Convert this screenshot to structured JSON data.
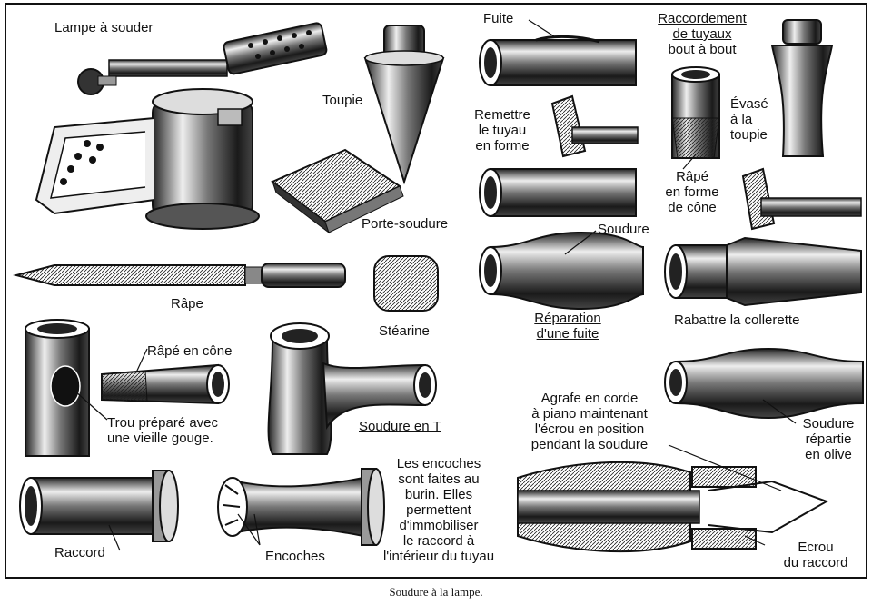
{
  "labels": {
    "lampe": "Lampe à souder",
    "toupie": "Toupie",
    "porte_soudure": "Porte-soudure",
    "rape": "Râpe",
    "stearine": "Stéarine",
    "rape_cone": "Râpé en cône",
    "trou": "Trou préparé avec\nune vieille gouge.",
    "soudure_t": "Soudure en T",
    "raccord": "Raccord",
    "encoches": "Encoches",
    "encoches_note": "Les encoches\nsont faites au\nburin. Elles\npermettent\nd'immobiliser\nle raccord à\nl'intérieur du tuyau",
    "fuite": "Fuite",
    "raccordement": "Raccordement\nde tuyaux\nbout à bout",
    "remettre": "Remettre\nle tuyau\nen forme",
    "evase": "Évasé\nà la\ntoupie",
    "rape_forme": "Râpé\nen forme\nde cône",
    "soudure": "Soudure",
    "reparation": "Réparation\nd'une fuite",
    "rabattre": "Rabattre la collerette",
    "agrafe": "Agrafe en corde\nà piano maintenant\nl'écrou en position\npendant la soudure",
    "soudure_olive": "Soudure\nrépartie\nen olive",
    "ecrou": "Ecrou\ndu raccord"
  },
  "caption": "Soudure à la lampe."
}
